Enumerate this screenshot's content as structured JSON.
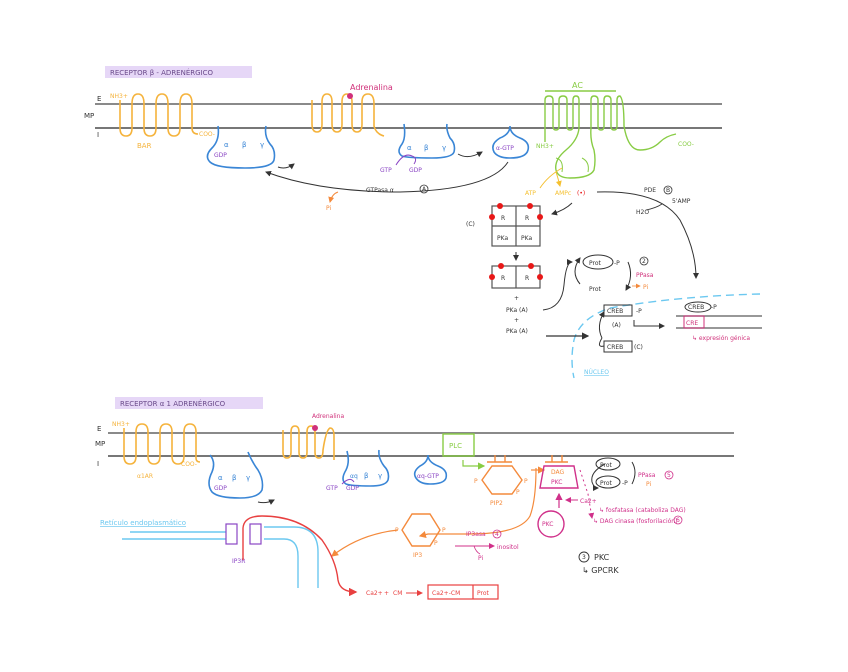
{
  "colors": {
    "membrane": "#8a8a8a",
    "receptor": "#f5b33c",
    "gprotein": "#3a86d6",
    "nucleotide": "#8a45c4",
    "adenylyl_cyclase": "#88cc44",
    "adrenaline": "#d0307a",
    "ampc_yellow": "#f5c030",
    "red_dot": "#e81818",
    "black": "#333333",
    "orange": "#f48a3c",
    "nucleus": "#6cc8f0",
    "magenta": "#d0308a",
    "calcium_red": "#e84040",
    "er_blue": "#6cc8f0",
    "title_bg": "#e6d7f7"
  },
  "membrane_labels": {
    "outer": "E",
    "middle": "MP",
    "inner": "I"
  },
  "beta": {
    "title": "RECEPTOR β - ADRENÉRGICO",
    "receptor_label": "BAR",
    "nh3": "NH3+",
    "coo": "COO-",
    "ligand": "Adrenalina",
    "gprotein1": {
      "alpha": "α",
      "beta": "β",
      "gamma": "γ",
      "nucleotide": "GDP"
    },
    "gprotein2": {
      "alpha": "α",
      "beta": "β",
      "gamma": "γ",
      "gtp": "GTP",
      "gdp": "GDP"
    },
    "alpha_gtp": "α-GTP",
    "gtpase": "GTPasa α",
    "gtpase_num": "A",
    "pi": "Pi",
    "ac": {
      "label": "AC",
      "nh3": "NH3+",
      "coo": "COO-",
      "atp": "ATP",
      "ampc": "AMPc",
      "ampc_marker": "(•)"
    },
    "pde": {
      "label": "PDE",
      "num": "B",
      "product": "5'AMP",
      "substrate": "H2O"
    },
    "pka": {
      "complex_label": "(C)",
      "r": "R",
      "pka": "PKa",
      "free1": "PKa (A)",
      "free2": "PKa (A)",
      "plus": "+"
    },
    "protein_cycle": {
      "phospho": "Prot",
      "phospho_suffix": "-P",
      "unphospho": "Prot",
      "num": "2",
      "phosphatase": "PPasa",
      "pi": "Pi"
    },
    "nucleus": {
      "label": "NÚCLEO",
      "creb_p": "CREB",
      "creb_p_suffix": "-P",
      "creb_label1": "(A)",
      "creb": "CREB",
      "creb_label2": "(C)",
      "creb_bound": "CREB",
      "cre": "CRE",
      "expression": "↳ expresión génica"
    }
  },
  "alpha1": {
    "title": "RECEPTOR α 1 ADRENÉRGICO",
    "receptor_label": "α1AR",
    "nh3": "NH3+",
    "coo": "COO-",
    "ligand": "Adrenalina",
    "gprotein1": {
      "alpha": "α",
      "beta": "β",
      "gamma": "γ",
      "nucleotide": "GDP"
    },
    "gprotein2": {
      "alpha": "αq",
      "beta": "β",
      "gamma": "γ",
      "gtp": "GTP",
      "gdp": "GDP"
    },
    "alpha_gtp": "αq-GTP",
    "plc": "PLC",
    "pip2": {
      "label": "PIP2",
      "p": "P"
    },
    "ip3": {
      "label": "IP3",
      "p": "P"
    },
    "dag": "DAG",
    "pkc_membrane": "PKC",
    "pkc_free": "PKC",
    "ca_in": "Ca2+",
    "protein_cycle": {
      "unphospho": "Prot",
      "phospho": "Prot",
      "phospho_suffix": "-P",
      "phosphatase": "PPasa",
      "num": "5",
      "pi": "Pi"
    },
    "dag_fate1": "↳ fosfatasa (cataboliza DAG)",
    "dag_fate2": "↳ DAG cinasa (fosforilación)",
    "dag_fate_num": "6",
    "ip3_fate": {
      "enzyme": "IP3asa",
      "num": "4",
      "product": "inositol",
      "pi": "Pi"
    },
    "er_label": "Retículo endoplasmático",
    "ip3r": "IP3R",
    "calcium": {
      "ca": "Ca2+",
      "cm": "CM",
      "plus": "+",
      "complex": "Ca2+-CM",
      "target": "Prot"
    },
    "notes": {
      "num": "3",
      "line1": "PKC",
      "line2": "↳ GPCRK"
    }
  }
}
